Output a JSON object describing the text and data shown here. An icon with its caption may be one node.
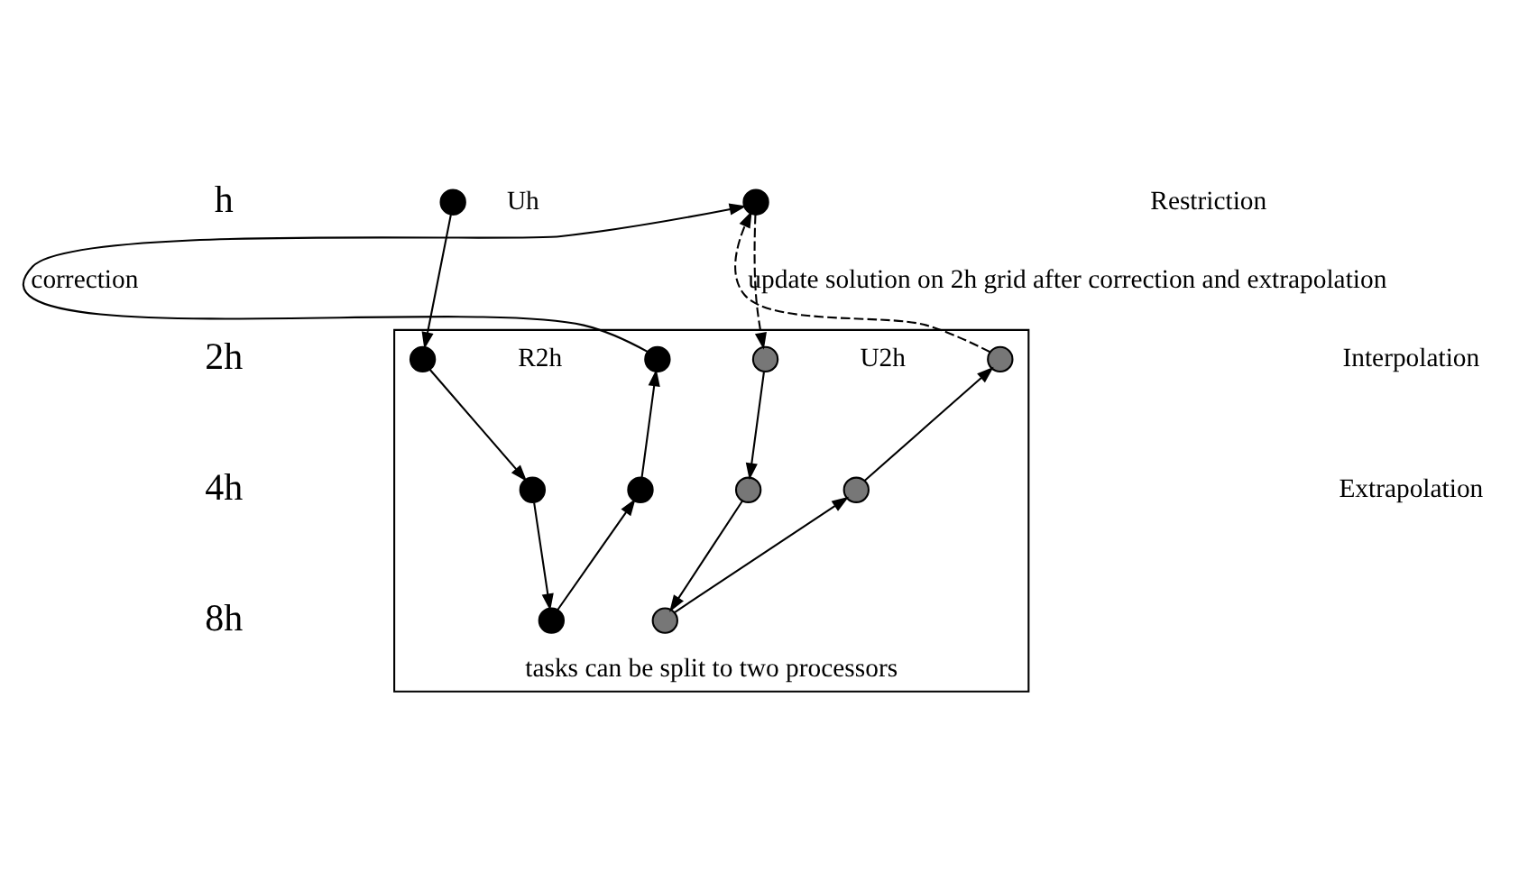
{
  "diagram": {
    "nodes": [
      {
        "text": [
          "tasks can be split to two processors"
        ]
      },
      {
        "text": [],
        "shape": "circle",
        "beside": [
          "Uh"
        ]
      },
      {
        "text": [],
        "shape": "circle",
        "in": 0,
        "beside": [
          "R2h"
        ]
      },
      {
        "text": [],
        "shape": "circle",
        "in": 0
      },
      {
        "text": [],
        "shape": "circle",
        "in": 0
      },
      {
        "text": [],
        "shape": "circle",
        "in": 0
      },
      {
        "text": [],
        "shape": "circle",
        "in": 0
      },
      {
        "text": [],
        "shape": "circle"
      },
      {
        "text": [],
        "shape": "circle",
        "in": 0,
        "beside": [
          "U2h"
        ]
      },
      {
        "text": [],
        "shape": "circle",
        "in": 0
      },
      {
        "text": [],
        "shape": "circle",
        "in": 0
      },
      {
        "text": [],
        "shape": "circle",
        "in": 0
      },
      {
        "text": [],
        "shape": "circle",
        "in": 0
      }
    ],
    "edges": [
      {
        "from": 1,
        "to": 2,
        "arrow": "to"
      },
      {
        "from": 2,
        "to": 3,
        "arrow": "to"
      },
      {
        "from": 3,
        "to": 4,
        "arrow": "to"
      },
      {
        "from": 4,
        "to": 5,
        "arrow": "to"
      },
      {
        "from": 5,
        "to": 6,
        "arrow": "to"
      },
      {
        "from": 6,
        "to": 7,
        "arrow": "to",
        "label": "correction"
      },
      {
        "from": 7,
        "to": 8,
        "arrow": "to",
        "style": "dashed",
        "label": "update solution on 2h grid after correction and extrapolation"
      },
      {
        "from": 8,
        "to": 9,
        "arrow": "to"
      },
      {
        "from": 9,
        "to": 10,
        "arrow": "to"
      },
      {
        "from": 10,
        "to": 11,
        "arrow": "to"
      },
      {
        "from": 11,
        "to": 12,
        "arrow": "to"
      },
      {
        "from": 12,
        "to": 7,
        "arrow": "to",
        "style": "dashed"
      }
    ],
    "labels": [
      "h",
      "2h",
      "4h",
      "8h"
    ],
    "legend": [
      {
        "text": "Restriction"
      },
      {
        "text": "Interpolation"
      },
      {
        "text": "Extrapolation"
      }
    ]
  }
}
